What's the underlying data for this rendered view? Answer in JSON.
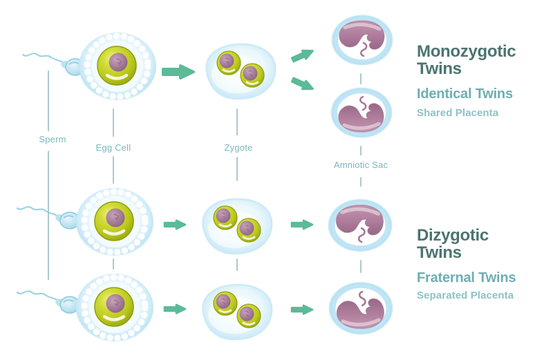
{
  "stage_labels": {
    "sperm": "Sperm",
    "egg_cell": "Egg Cell",
    "zygote": "Zygote",
    "amniotic_sac": "Amniotic Sac"
  },
  "monozygotic": {
    "title": "Monozygotic Twins",
    "subtitle": "Identical Twins",
    "note": "Shared Placenta"
  },
  "dizygotic": {
    "title": "Dizygotic Twins",
    "subtitle": "Fraternal Twins",
    "note": "Separated Placenta"
  },
  "colors": {
    "title_teal": "#4b7471",
    "subtitle_teal": "#6fadb2",
    "note_teal": "#8ec2c5",
    "label_teal": "#79b7bd",
    "arrow_green": "#5bbb97",
    "line_teal": "#96bcc0",
    "egg_yellow": "#c3d027",
    "nucleus_mauve": "#a87f9b",
    "fetus_mauve": "#ad7c9a",
    "cell_membrane_blue": "#cdeaf6"
  }
}
